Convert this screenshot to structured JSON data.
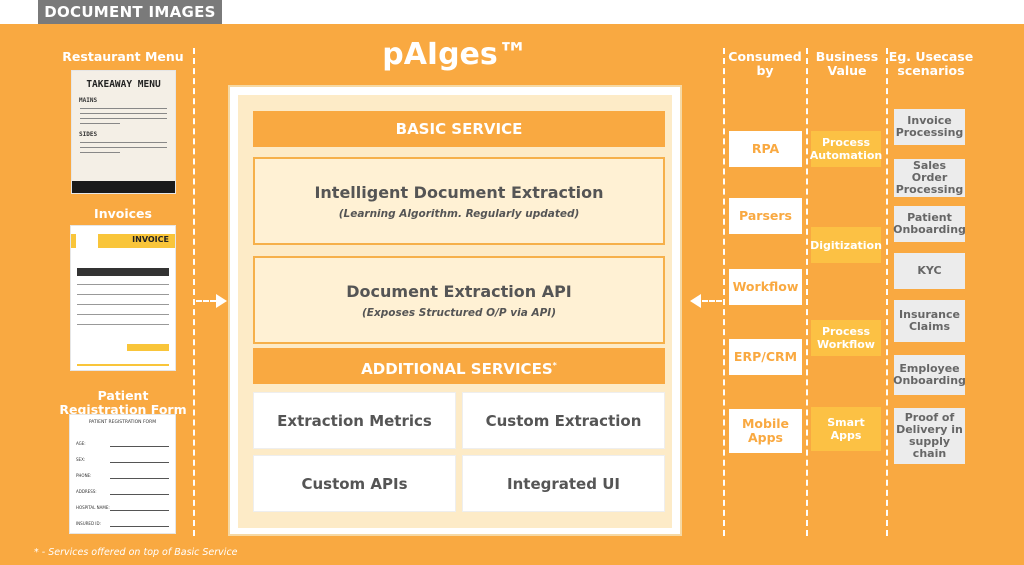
{
  "tag": "DOCUMENT IMAGES",
  "left": {
    "restaurant_menu_title": "Restaurant Menu",
    "invoices_title": "Invoices",
    "patient_form_title_1": "Patient",
    "patient_form_title_2": "Registration Form",
    "menu_doc": {
      "title": "TAKEAWAY MENU",
      "section1": "MAINS",
      "section2": "SIDES"
    },
    "invoice_doc": {
      "title": "INVOICE"
    },
    "form_doc": {
      "title": "PATIENT REGISTRATION FORM",
      "fields": [
        "AGE:",
        "SEX:",
        "PHONE:",
        "ADDRESS:",
        "HOSPITAL NAME:",
        "INSURED ID:"
      ]
    }
  },
  "center": {
    "title": "pAIges™",
    "basic_service": "BASIC SERVICE",
    "ide_title": "Intelligent Document Extraction",
    "ide_sub": "(Learning Algorithm. Regularly updated)",
    "api_title": "Document Extraction API",
    "api_sub": "(Exposes Structured O/P via API)",
    "additional": "ADDITIONAL SERVICES",
    "additional_mark": "*",
    "cells": [
      "Extraction Metrics",
      "Custom Extraction",
      "Custom APIs",
      "Integrated UI"
    ]
  },
  "right": {
    "consumed_by_title_1": "Consumed",
    "consumed_by_title_2": "by",
    "business_value_title_1": "Business",
    "business_value_title_2": "Value",
    "usecase_title_1": "Eg. Usecase",
    "usecase_title_2": "scenarios",
    "consumed_by": [
      "RPA",
      "Parsers",
      "Workflow",
      "ERP/CRM",
      "Mobile Apps"
    ],
    "business_value": [
      "Process Automation",
      "Digitization",
      "Process Workflow",
      "Smart Apps"
    ],
    "usecases": [
      "Invoice Processing",
      "Sales Order Processing",
      "Patient Onboarding",
      "KYC",
      "Insurance Claims",
      "Employee Onboarding",
      "Proof of Delivery in supply chain"
    ]
  },
  "footnote": "* - Services offered on top of Basic Service",
  "colors": {
    "orange": "#f9a941",
    "yellow": "#fcc144",
    "grey": "#ececec",
    "tag": "#7a7a7a"
  }
}
